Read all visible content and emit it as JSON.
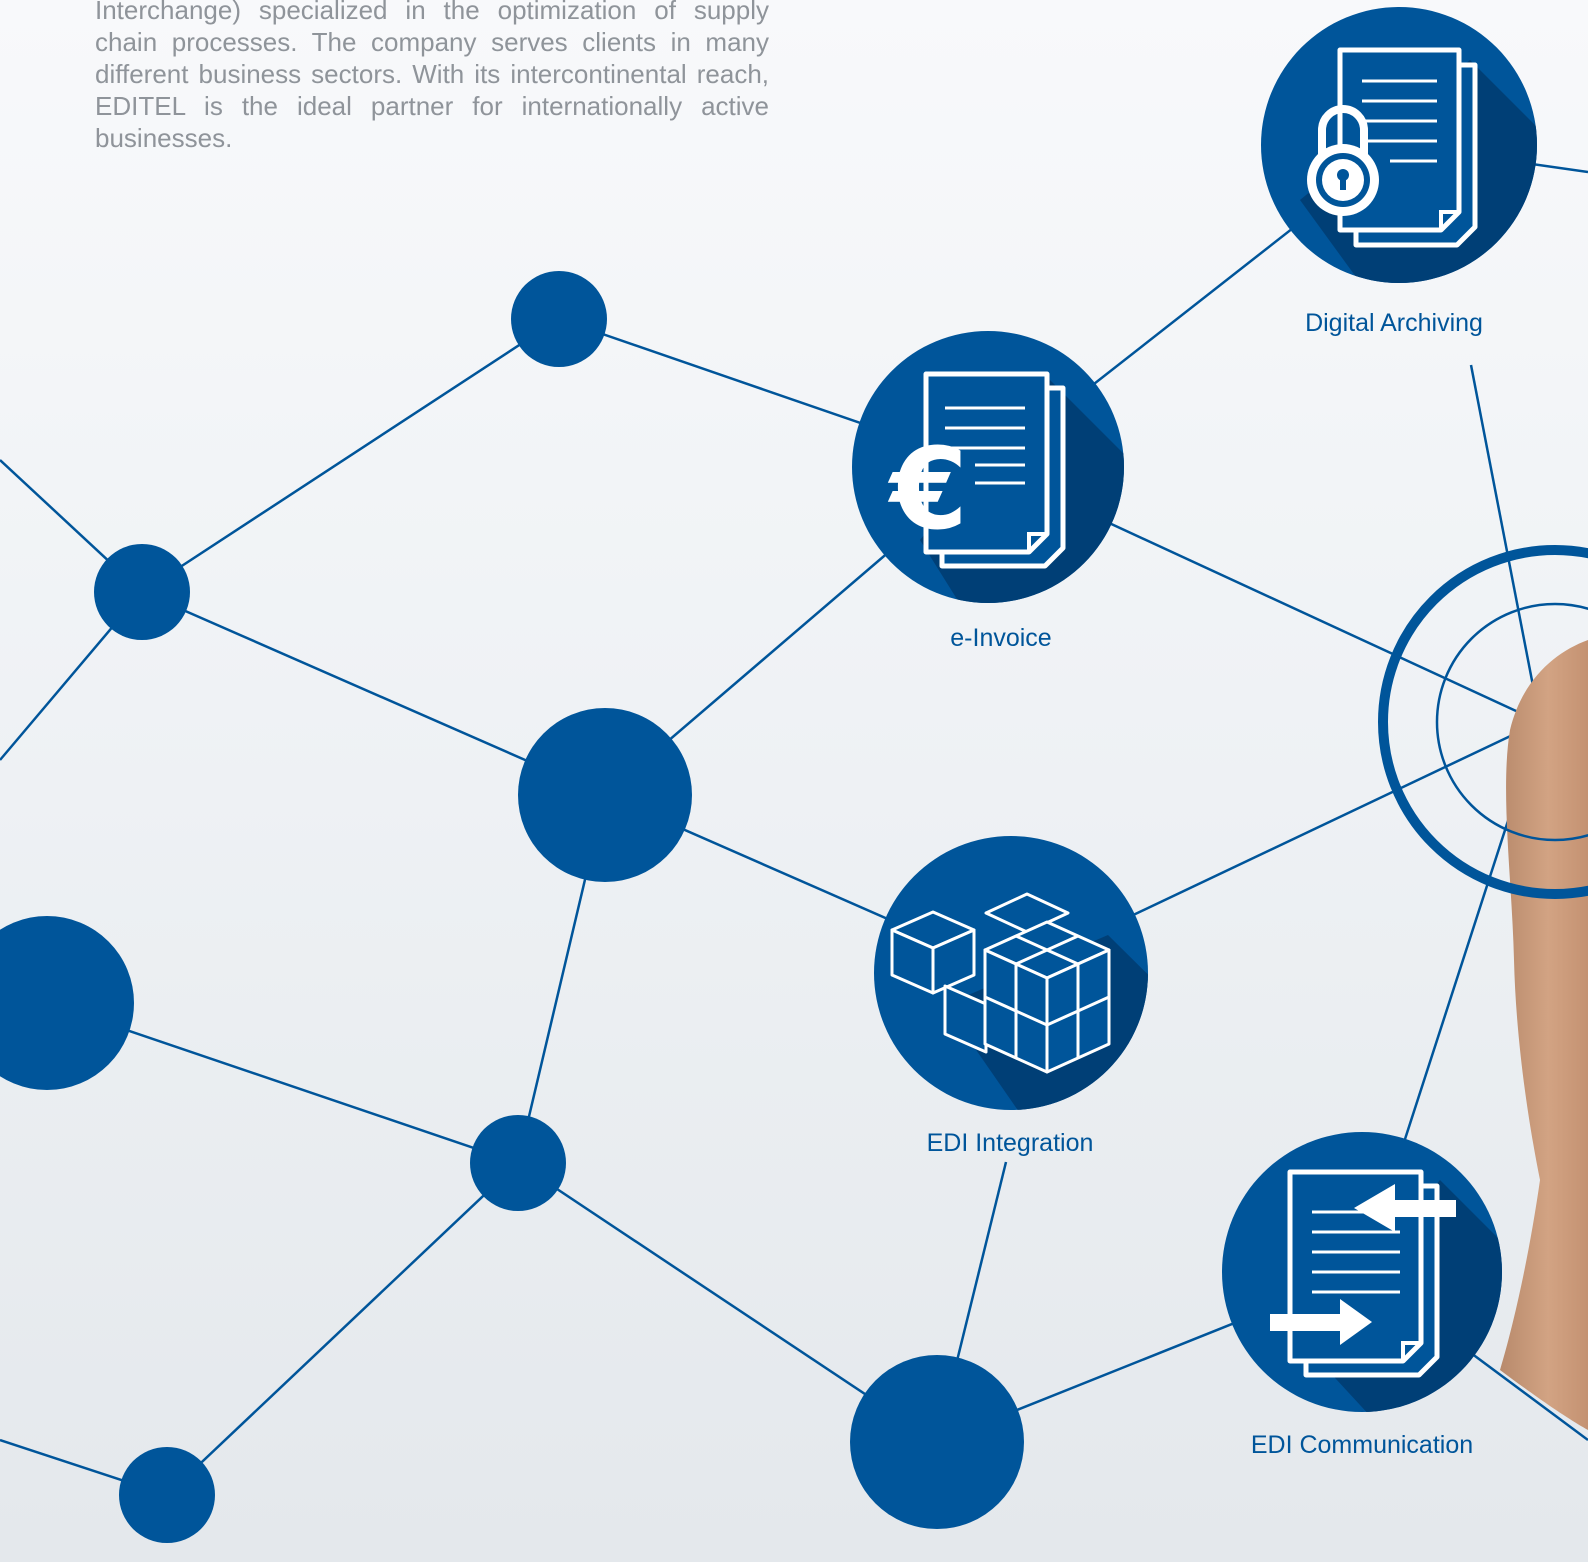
{
  "intro": {
    "text": "Interchange) specialized in the optimization of supply chain processes. The company serves clients in many different business sectors. With its intercontinental reach, EDITEL is the ideal partner for internationally active businesses."
  },
  "nodes": {
    "digital_archiving": {
      "label": "Digital Archiving",
      "icon": "locked-document-icon"
    },
    "e_invoice": {
      "label": "e-Invoice",
      "icon": "euro-invoice-icon"
    },
    "edi_integration": {
      "label": "EDI Integration",
      "icon": "cubes-icon"
    },
    "edi_communication": {
      "label": "EDI Communication",
      "icon": "document-exchange-icon"
    }
  },
  "colors": {
    "network_blue": "#00559a",
    "shadow_blue": "#003f76",
    "text_gray": "#8f949a",
    "background": "#eff2f5"
  }
}
